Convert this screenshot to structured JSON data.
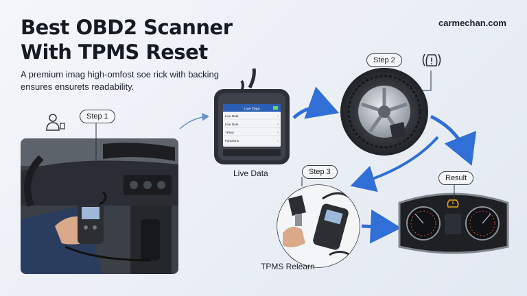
{
  "header": {
    "title_line1": "Best OBD2 Scanner",
    "title_line2": "With TPMS Reset",
    "site": "carmechan.com",
    "subtitle": "A premium imag high-omfost soe rick with backing ensures ensurets readability."
  },
  "steps": {
    "step1": "Step 1",
    "step2": "Step 2",
    "step3": "Step 3",
    "result": "Result"
  },
  "captions": {
    "live_data": "Live Data",
    "tpms_relearn": "TPMS Relearn"
  },
  "scanner_screen": {
    "header": "Live Data",
    "rows": [
      "Live Data",
      "Live Data",
      "TPMS",
      "Functions"
    ]
  },
  "icons": {
    "technician": "technician-icon",
    "tpms_warning": "tpms-warning-icon"
  },
  "colors": {
    "arrow_blue": "#2f6fd6",
    "title": "#161a22",
    "tpms_light": "#f0a51a",
    "screen": "#2a5fb5"
  }
}
